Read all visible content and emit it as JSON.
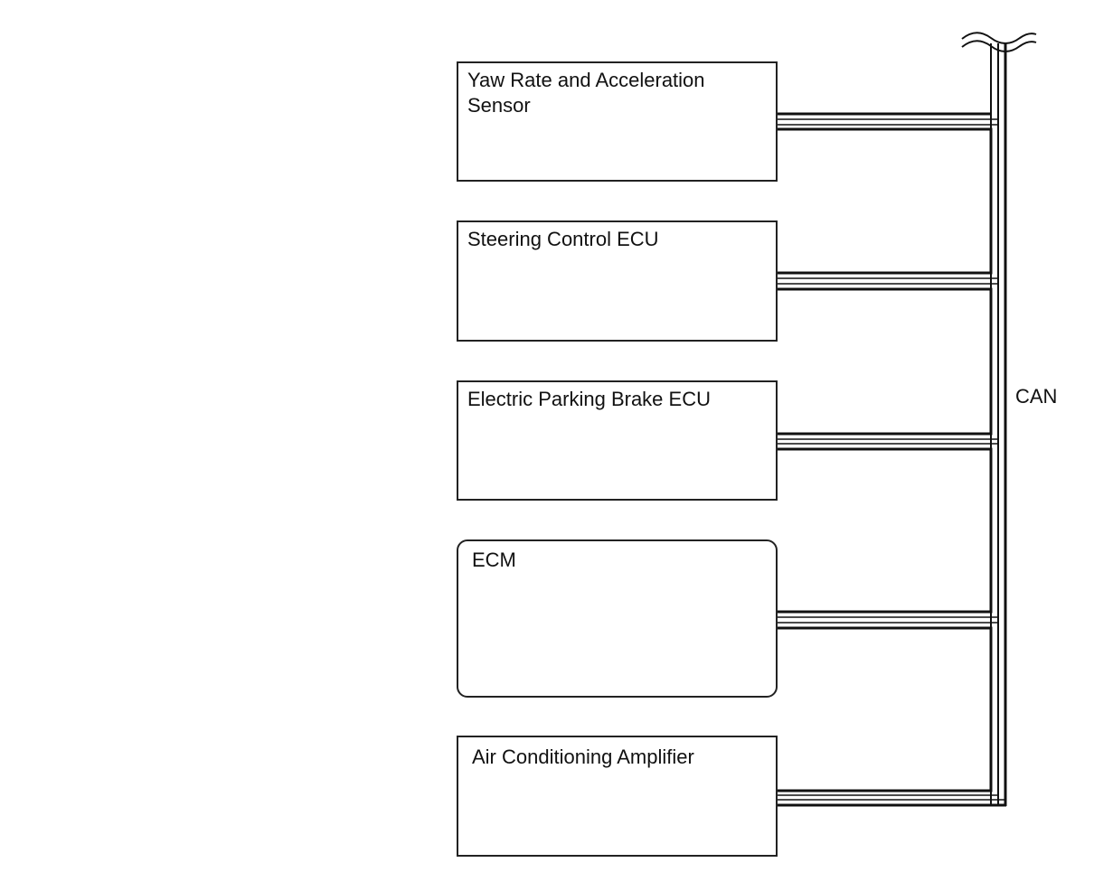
{
  "diagram": {
    "bus_label": "CAN",
    "nodes": [
      {
        "id": "yaw",
        "label": "Yaw Rate and Acceleration\nSensor"
      },
      {
        "id": "steering",
        "label": "Steering Control ECU"
      },
      {
        "id": "epb",
        "label": "Electric Parking Brake ECU"
      },
      {
        "id": "ecm",
        "label": "ECM"
      },
      {
        "id": "ac",
        "label": "Air Conditioning Amplifier"
      }
    ]
  },
  "colors": {
    "line": "#111111",
    "background": "#ffffff"
  }
}
